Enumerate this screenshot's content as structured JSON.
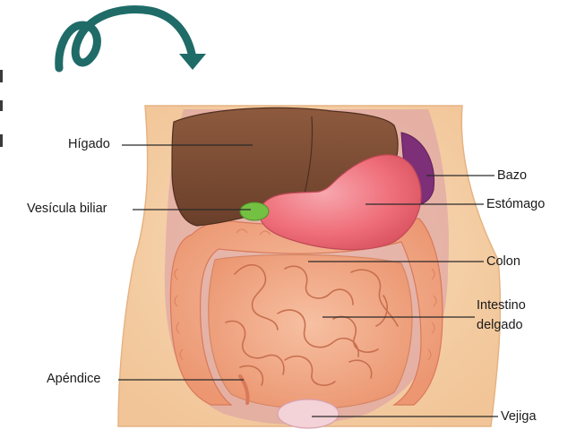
{
  "labels": {
    "higado": "Hígado",
    "vesicula": "Vesícula biliar",
    "apendice": "Apéndice",
    "bazo": "Bazo",
    "estomago": "Estómago",
    "colon": "Colon",
    "intestino_line1": "Intestino",
    "intestino_line2": "delgado",
    "vejiga": "Vejiga"
  },
  "icons": {
    "curl_arrow": "curly-arrow-icon"
  },
  "colors": {
    "arrow": "#1f6b68",
    "skin": "#f7d3ad",
    "liver": "#7b4c33",
    "stomach": "#ef6f7a",
    "spleen": "#7d2f78",
    "gallbladder": "#74c043",
    "intestine": "#f0a47f",
    "colon": "#f2ae81",
    "bladder": "#f3d2d8"
  }
}
